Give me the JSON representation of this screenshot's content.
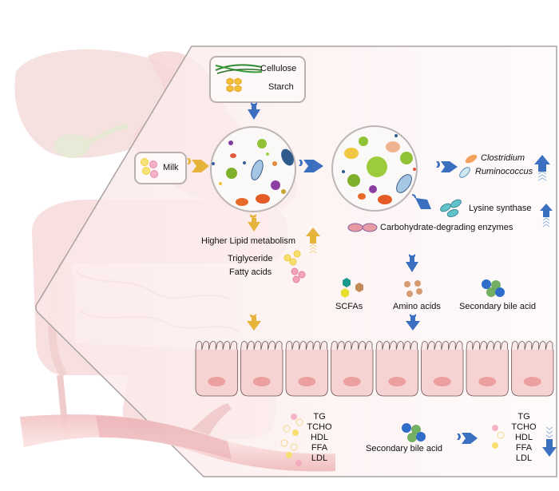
{
  "inputs": {
    "fiber": {
      "cellulose": "Cellulose",
      "starch": "Starch"
    },
    "milk": "Milk"
  },
  "microbes": {
    "clostridium": "Clostridium",
    "ruminococcus": "Ruminococcus",
    "lysine": "Lysine synthase",
    "carb_enzymes": "Carbohydrate-degrading enzymes"
  },
  "lipid_metabolism": {
    "title": "Higher Lipid metabolism",
    "triglyceride": "Triglyceride",
    "fatty_acids": "Fatty acids"
  },
  "metabolites": {
    "scfas": "SCFAs",
    "amino_acids": "Amino acids",
    "bile_acid": "Secondary bile acid"
  },
  "blood": {
    "lipids_before": [
      "TG",
      "TCHO",
      "HDL",
      "FFA",
      "LDL"
    ],
    "bile_acid": "Secondary bile acid",
    "lipids_after": [
      "TG",
      "TCHO",
      "HDL",
      "FFA",
      "LDL"
    ]
  },
  "indicators": {
    "microbes_trend": "up",
    "enzymes_trend": "up",
    "lipid_metabolism_trend": "up",
    "blood_lipids_trend": "down"
  },
  "colors": {
    "blue_arrow": "#3b6fc0",
    "gold_arrow": "#e6b43a",
    "tissue_pink": "#f6d2d2",
    "panel_bg": "#fdf1f1",
    "panel_border": "#b0a8a8"
  }
}
